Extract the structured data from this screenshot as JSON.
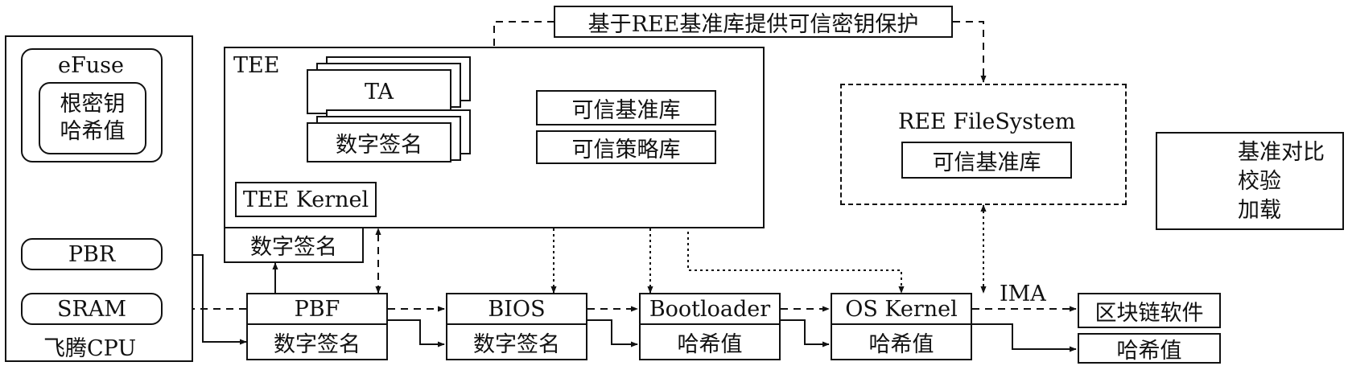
{
  "note_top": "基于REE基准库提供可信密钥保护",
  "cpu": {
    "label": "飞腾CPU",
    "efuse": "eFuse",
    "root_key_line1": "根密钥",
    "root_key_line2": "哈希值",
    "pbr": "PBR",
    "sram": "SRAM"
  },
  "tee": {
    "label": "TEE",
    "ta": "TA",
    "ta_signature": "数字签名",
    "tee_kernel": "TEE Kernel",
    "trusted_baseline_db": "可信基准库",
    "trusted_policy_db": "可信策略库",
    "tee_signature": "数字签名"
  },
  "ree": {
    "label": "REE FileSystem",
    "baseline_db": "可信基准库"
  },
  "boot_chain": {
    "pbf": "PBF",
    "pbf_sub": "数字签名",
    "bios": "BIOS",
    "bios_sub": "数字签名",
    "bootloader": "Bootloader",
    "bootloader_sub": "哈希值",
    "os_kernel": "OS Kernel",
    "os_kernel_sub": "哈希值",
    "ima": "IMA",
    "blockchain": "区块链软件",
    "blockchain_sub": "哈希值"
  },
  "legend": {
    "solid": "基准对比",
    "dashed": "校验",
    "dotted": "加载"
  }
}
